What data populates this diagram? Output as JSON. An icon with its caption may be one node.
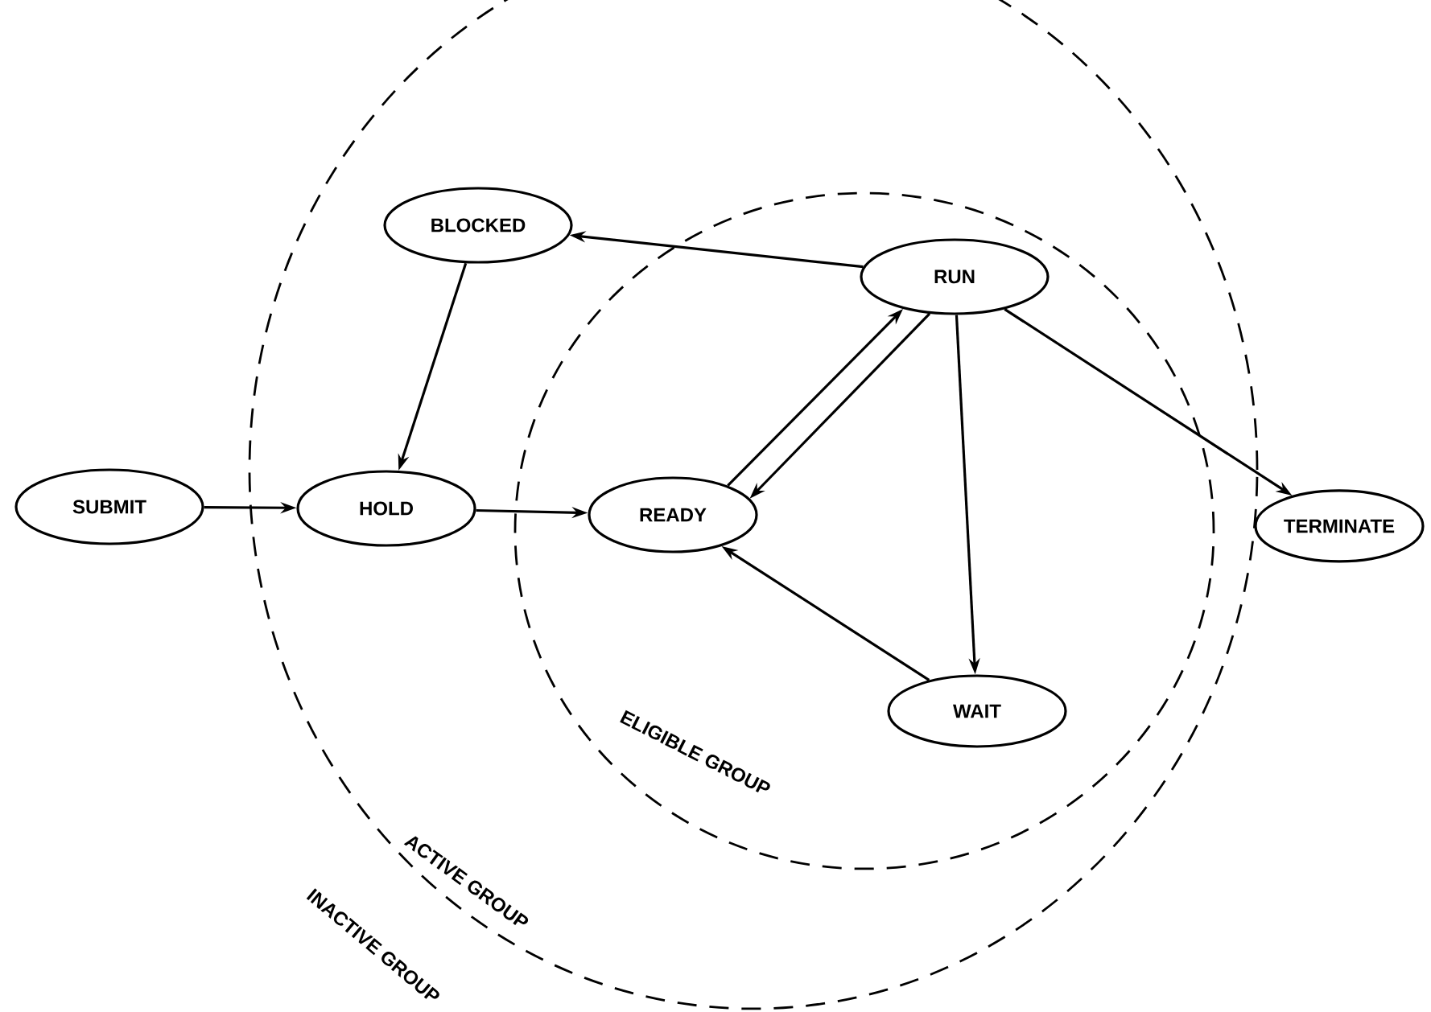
{
  "diagram": {
    "nodes": [
      {
        "text": [
          "ACTIVE GROUP"
        ]
      },
      {
        "text": [
          "ELIGIBLE GROUP"
        ],
        "in": 0
      },
      {
        "text": [
          "BLOCKED"
        ],
        "in": 0
      },
      {
        "text": [
          "SUBMIT"
        ]
      },
      {
        "text": [
          "HOLD"
        ],
        "in": 0
      },
      {
        "text": [
          "READY"
        ],
        "in": 1
      },
      {
        "text": [
          "RUN"
        ],
        "in": 1
      },
      {
        "text": [
          "TERMINATE"
        ]
      },
      {
        "text": [
          "WAIT"
        ],
        "in": 1
      }
    ],
    "edges": [
      {
        "from": 3,
        "to": 4,
        "arrow": "to"
      },
      {
        "from": 4,
        "to": 5,
        "arrow": "to"
      },
      {
        "from": 2,
        "to": 4,
        "arrow": "to"
      },
      {
        "from": 6,
        "to": 2,
        "arrow": "to"
      },
      {
        "from": 5,
        "to": 6,
        "arrow": "to"
      },
      {
        "from": 6,
        "to": 5,
        "arrow": "to"
      },
      {
        "from": 6,
        "to": 8,
        "arrow": "to"
      },
      {
        "from": 8,
        "to": 5,
        "arrow": "to"
      },
      {
        "from": 6,
        "to": 7,
        "arrow": "to"
      }
    ],
    "labels": [
      "INACTIVE GROUP"
    ]
  }
}
